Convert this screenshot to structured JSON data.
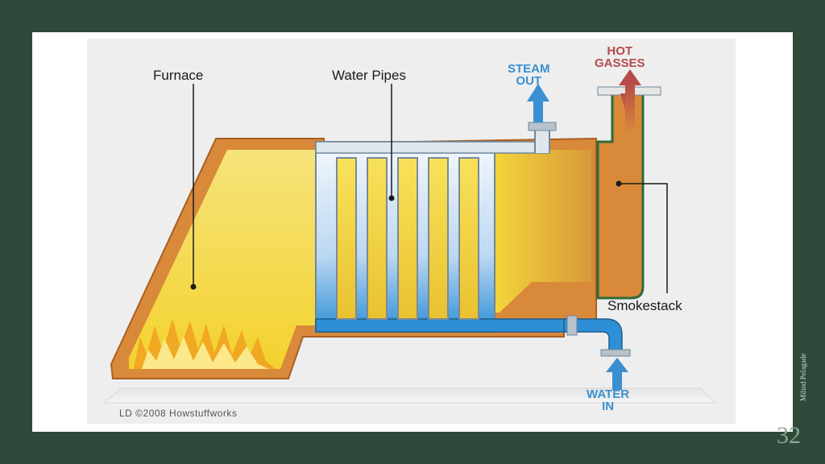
{
  "labels": {
    "furnace": "Furnace",
    "water_pipes": "Water Pipes",
    "steam_out": [
      "STEAM",
      "OUT"
    ],
    "hot_gasses": [
      "HOT",
      "GASSES"
    ],
    "smokestack": "Smokestack",
    "water_in": [
      "WATER",
      "IN"
    ]
  },
  "credit": "LD ©2008 Howstuffworks",
  "author": "Milind Pelagade",
  "slide_number": "32",
  "colors": {
    "background": "#2f4a3a",
    "furnace_wall": "#d9893a",
    "furnace_interior": "#f6df4a",
    "water": "#2f8fd6",
    "steam_arrow": "#3a8fd0",
    "hot_gas_arrow": "#b84a4a"
  }
}
